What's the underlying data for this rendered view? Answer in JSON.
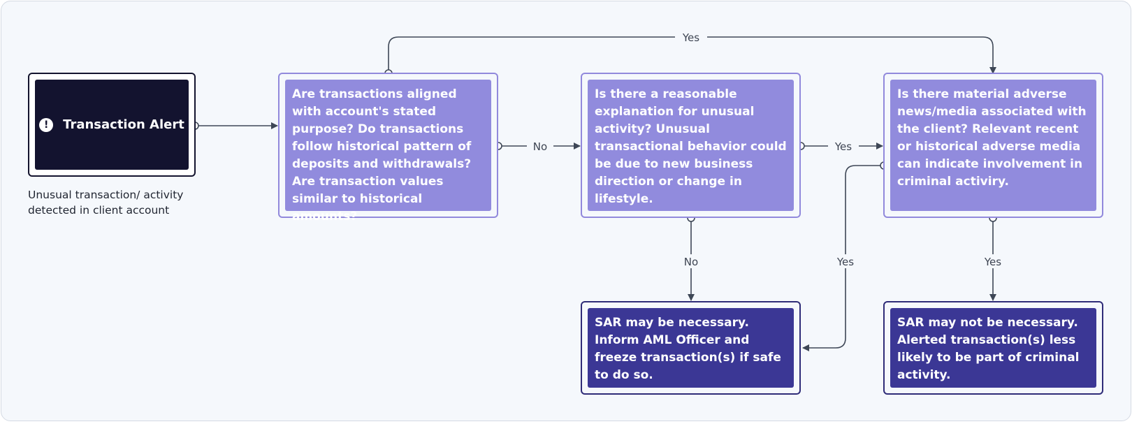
{
  "alert": {
    "icon": "exclamation-circle-icon",
    "icon_glyph": "!",
    "title": "Transaction Alert",
    "caption": "Unusual transaction/ activity detected in client account"
  },
  "questions": {
    "q1": "Are transactions aligned with account's stated purpose? Do transactions follow historical pattern of deposits and withdrawals? Are transaction values similar to historical amounts?",
    "q2": "Is there a reasonable explanation for unusual activity? Unusual transactional behavior could be due to new business direction or change in lifestyle.",
    "q3": "Is there material adverse news/media associated with the client? Relevant recent or historical adverse media can indicate involvement in criminal activiry."
  },
  "results": {
    "sar_needed": "SAR may be necessary. Inform AML Officer and freeze transaction(s) if safe to do so.",
    "sar_not_needed": "SAR may not be necessary. Alerted transaction(s) less likely to be part of criminal activity."
  },
  "edges": {
    "q1_to_q3": "Yes",
    "q1_to_q2": "No",
    "q2_to_q3": "Yes",
    "q2_to_sar": "No",
    "q3_to_sar": "Yes",
    "q3_to_no_sar": "Yes"
  },
  "colors": {
    "question_fill": "#918bdd",
    "question_border": "#9189dc",
    "result_fill": "#3b3795",
    "result_border": "#2f2c78",
    "alert_fill": "#13132f",
    "connector": "#3e4756",
    "background": "#f5f8fc"
  }
}
